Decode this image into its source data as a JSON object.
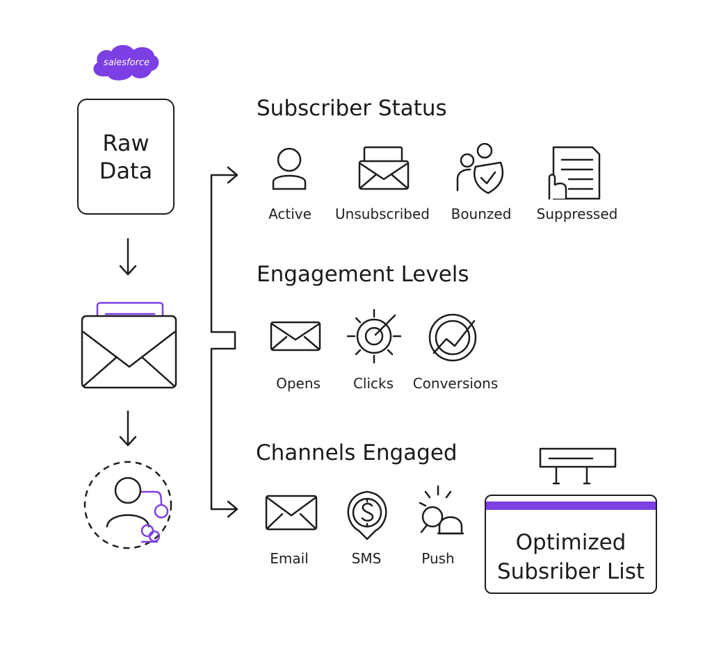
{
  "brand": {
    "name": "salesforce",
    "color": "#7b3fe4"
  },
  "colors": {
    "ink": "#1c1c1c",
    "accent": "#7b3fe4"
  },
  "flow": {
    "raw_data": {
      "line1": "Raw",
      "line2": "Data"
    },
    "email_icon": "email-with-letter-icon",
    "profile_icon": "subscriber-profile-icon"
  },
  "subscriber_status": {
    "title": "Subscriber Status",
    "items": [
      {
        "label": "Active",
        "icon": "person-icon"
      },
      {
        "label": "Unsubscribed",
        "icon": "envelope-icon"
      },
      {
        "label": "Bounzed",
        "icon": "person-shield-icon"
      },
      {
        "label": "Suppressed",
        "icon": "document-hand-icon"
      }
    ]
  },
  "engagement_levels": {
    "title": "Engagement Levels",
    "items": [
      {
        "label": "Opens",
        "icon": "envelope-icon"
      },
      {
        "label": "Clicks",
        "icon": "cursor-target-icon"
      },
      {
        "label": "Conversions",
        "icon": "conversion-chart-icon"
      }
    ]
  },
  "channels_engaged": {
    "title": "Channels Engaged",
    "items": [
      {
        "label": "Email",
        "icon": "envelope-icon"
      },
      {
        "label": "SMS",
        "icon": "sms-bubble-icon"
      },
      {
        "label": "Push",
        "icon": "push-bell-icon"
      }
    ]
  },
  "result": {
    "line1": "Optimized",
    "line2": "Subsriber List"
  }
}
